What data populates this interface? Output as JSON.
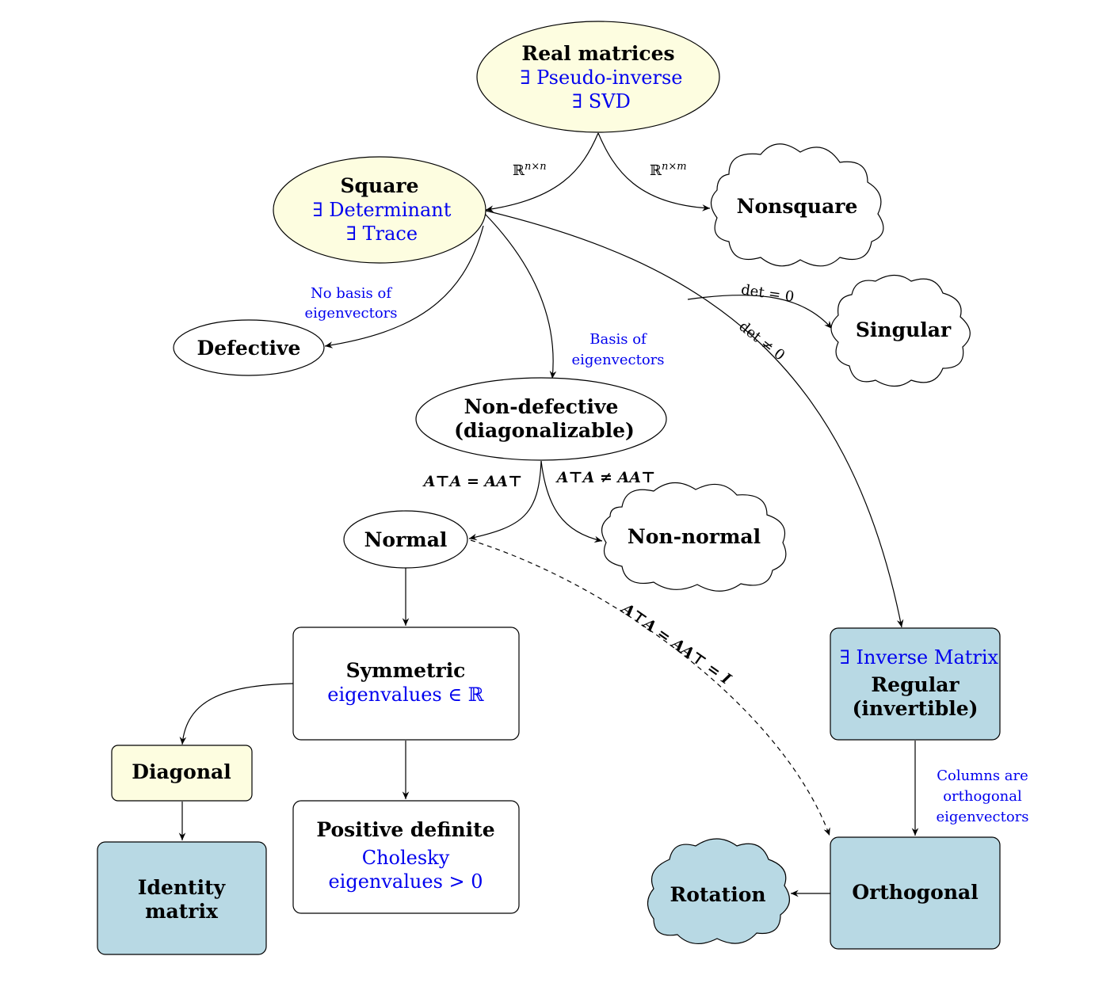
{
  "colors": {
    "yellow": "#fdfde0",
    "lightblue": "#b8d9e4",
    "blue_text": "#0000ee",
    "stroke": "#000000"
  },
  "nodes": {
    "real": {
      "title": "Real matrices",
      "line1": "∃ Pseudo-inverse",
      "line2": "∃ SVD"
    },
    "square": {
      "title": "Square",
      "line1": "∃ Determinant",
      "line2": "∃ Trace"
    },
    "nonsquare": {
      "title": "Nonsquare"
    },
    "defective": {
      "title": "Defective"
    },
    "singular": {
      "title": "Singular"
    },
    "nondefective": {
      "title": "Non-defective",
      "subtitle": "(diagonalizable)"
    },
    "normal": {
      "title": "Normal"
    },
    "nonnormal": {
      "title": "Non-normal"
    },
    "symmetric": {
      "title": "Symmetric",
      "line1": "eigenvalues ∈ ℝ"
    },
    "diagonal": {
      "title": "Diagonal"
    },
    "identity": {
      "line1": "Identity",
      "line2": "matrix"
    },
    "posdef": {
      "title": "Positive definite",
      "line1": "Cholesky",
      "line2": "eigenvalues > 0"
    },
    "regular": {
      "line1": "∃ Inverse Matrix",
      "title": "Regular",
      "subtitle": "(invertible)"
    },
    "orthogonal": {
      "title": "Orthogonal"
    },
    "rotation": {
      "title": "Rotation"
    }
  },
  "edges": {
    "to_square": "ℝ",
    "to_square_sup": "n×n",
    "to_nonsquare": "ℝ",
    "to_nonsquare_sup": "n×m",
    "no_basis_1": "No basis of",
    "no_basis_2": "eigenvectors",
    "basis_1": "Basis of",
    "basis_2": "eigenvectors",
    "det_zero": "det = 0",
    "det_nonzero": "det ≠ 0",
    "normal_cond": "A⊤A = AA⊤",
    "nonnormal_cond": "A⊤A ≠ AA⊤",
    "orth_cond": "A⊤A = AA⊤ = I",
    "columns_1": "Columns are",
    "columns_2": "orthogonal",
    "columns_3": "eigenvectors"
  }
}
